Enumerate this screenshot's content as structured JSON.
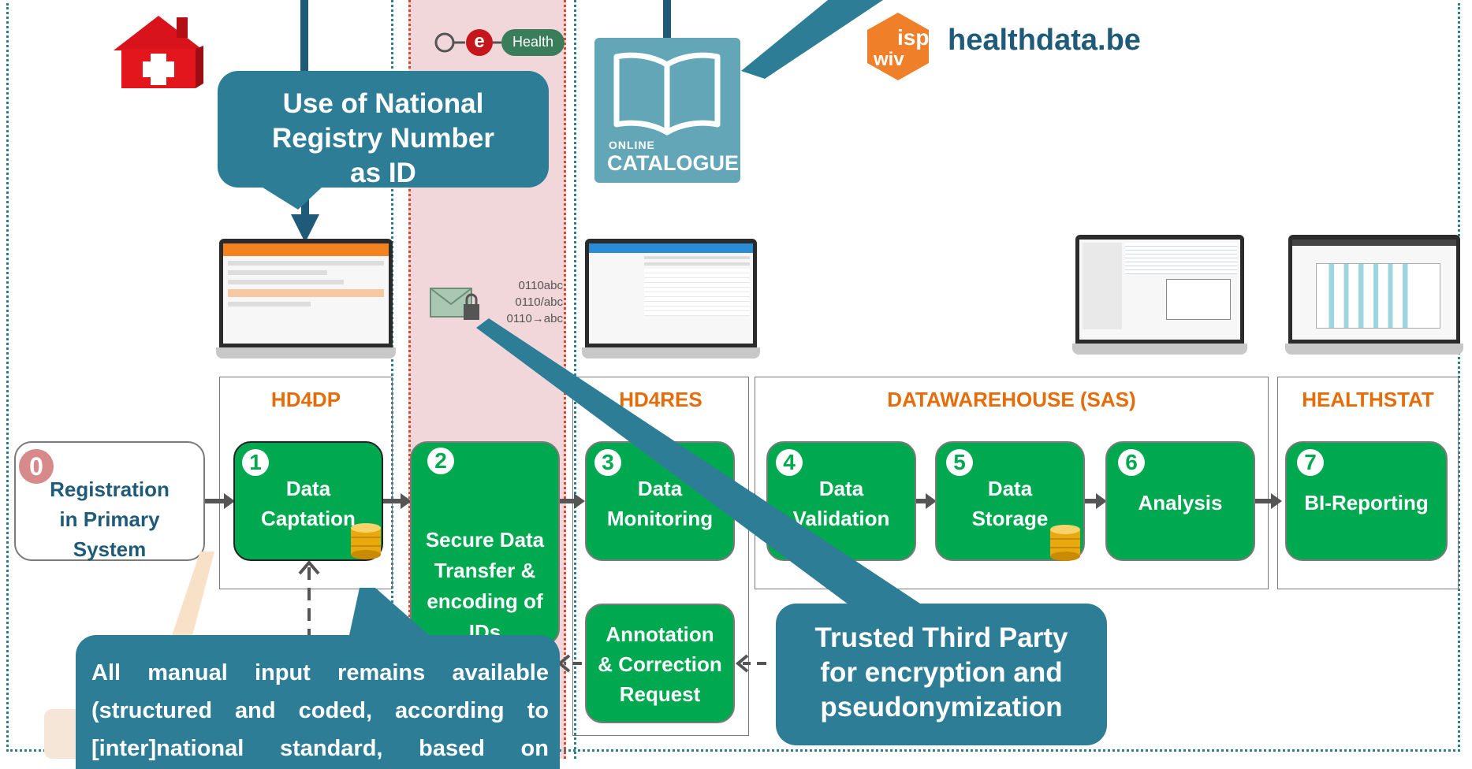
{
  "brand": {
    "ehealth_letter": "e",
    "ehealth_label": "Health",
    "isp_text": "isp",
    "wiv_text": "wiv",
    "healthdata_label": "healthdata.be",
    "catalogue_small": "ONLINE",
    "catalogue_big": "CATALOGUE"
  },
  "sections": {
    "hd4dp": "HD4DP",
    "hd4res": "HD4RES",
    "dwh": "DATAWAREHOUSE (SAS)",
    "healthstat": "HEALTHSTAT"
  },
  "steps": [
    {
      "num": "0",
      "label1": "Registration",
      "label2": "in Primary",
      "label3": "System"
    },
    {
      "num": "1",
      "label1": "Data",
      "label2": "Captation"
    },
    {
      "num": "2",
      "label1": "Secure Data",
      "label2": "Transfer &",
      "label3": "encoding of",
      "label4": "IDs"
    },
    {
      "num": "3",
      "label1": "Data",
      "label2": "Monitoring"
    },
    {
      "num": "4",
      "label1": "Data",
      "label2": "Validation"
    },
    {
      "num": "5",
      "label1": "Data",
      "label2": "Storage"
    },
    {
      "num": "6",
      "label1": "Analysis"
    },
    {
      "num": "7",
      "label1": "BI-Reporting"
    }
  ],
  "annotation_box": {
    "label1": "Annotation",
    "label2": "& Correction",
    "label3": "Request"
  },
  "callouts": {
    "national_registry": [
      "Use of National",
      "Registry Number",
      "as ID"
    ],
    "trusted_third_party": [
      "Trusted Third Party",
      "for encryption and",
      "pseudonymization"
    ],
    "manual_input": [
      "All manual input remains available",
      "(structured and coded, according to",
      "[inter]national standard, based on"
    ]
  },
  "encoding_lines": [
    "0110abc",
    "0110/abc",
    "0110→abc"
  ],
  "colors": {
    "step_green": "#00a94f",
    "callout_teal": "#2e7d97",
    "section_orange": "#e46c0a",
    "ehealth_band": "#f1d7d9",
    "isp_orange": "#f07f2a"
  }
}
